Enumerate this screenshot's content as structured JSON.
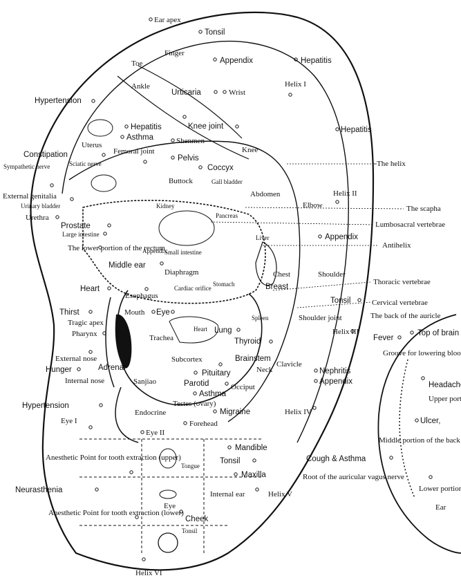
{
  "labels": {
    "ear_apex": "Ear apex",
    "tonsil_top": "Tonsil",
    "finger": "Finger",
    "appendix_top": "Appendix",
    "hepatitis_top": "Hepatitis",
    "toe": "Toe",
    "ankle": "Ankle",
    "helix1": "Helix I",
    "urticaria": "Urticaria",
    "wrist": "Wrist",
    "hypertension_top": "Hypertension",
    "hepatitis_mid": "Hepatitis",
    "hepatitis_right": "Hepatitis",
    "knee_joint": "Knee joint",
    "asthma_top": "Asthma",
    "uterus": "Uterus",
    "shenmen": "Shenmen",
    "constipation": "Constipation",
    "femoral_joint": "Femoral joint",
    "knee": "Knee",
    "sciatic_nerve": "Sciatic nerve",
    "pelvis": "Pelvis",
    "sympathetic_nerve": "Sympathetic nerve",
    "coccyx": "Coccyx",
    "the_helix": "The helix",
    "buttock": "Buttock",
    "gall_bladder": "Gall bladder",
    "helix2": "Helix II",
    "external_genitalia": "External genitalia",
    "abdomen": "Abdomen",
    "urinary_bladder": "Urinary bladder",
    "kidney": "Kidney",
    "elbow": "Elbow",
    "the_scapha": "The scapha",
    "urethra": "Urethra",
    "pancreas": "Pancreas",
    "prostate": "Prostate",
    "lumbosacral": "Lumbosacral vertebrae",
    "large_intestine": "Large intestine",
    "appendix_mid": "Appendix",
    "antihelix": "Antihelix",
    "lower_rectum": "The lower portion of the rectum",
    "appendix_small": "Appendix",
    "small_intestine": "Small intestine",
    "middle_ear": "Middle ear",
    "liver": "Liver",
    "diaphragm": "Diaphragm",
    "shoulder_top": "Shoulder",
    "chest": "Chest",
    "thoracic": "Thoracic vertebrae",
    "heart": "Heart",
    "cardiac_orifice": "Cardiac orifice",
    "stomach": "Stomach",
    "breast": "Breast",
    "esophagus": "Esophagus",
    "tonsil_mid": "Tonsil",
    "cervical": "Cervical vertebrae",
    "thirst": "Thirst",
    "mouth": "Mouth",
    "eye_main": "Eye",
    "spleen": "Spleen",
    "back_auricle": "The back of the auricle",
    "tragic_apex": "Tragic apex",
    "heart_small": "Heart",
    "lung": "Lung",
    "shoulder_joint": "Shoulder joint",
    "pharynx": "Pharynx",
    "trachea": "Trachea",
    "helix3": "Helix III",
    "fever": "Fever",
    "top_brain": "Top of brain",
    "thyroid": "Thyroid",
    "external_nose": "External nose",
    "subcortex": "Subcortex",
    "brainstem": "Brainstem",
    "groove": "Groove for lowering blood pressure",
    "hunger": "Hunger",
    "adrenal": "Adrenal",
    "clavicle": "Clavicle",
    "nephritis": "Nephritis",
    "internal_nose": "Internal nose",
    "neck": "Neck",
    "pituitary": "Pituitary",
    "appendix_low": "Appendix",
    "headache": "Headache",
    "sanjiao": "Sanjiao",
    "parotid": "Parotid",
    "occiput": "Occiput",
    "upper_back": "Upper portion of the back",
    "hypertension_low": "Hypertension",
    "asthma_low": "Asthma",
    "testes": "Testes (ovary)",
    "endocrine": "Endocrine",
    "migraine": "Migraine",
    "helix4": "Helix IV",
    "ulcer": "Ulcer,",
    "eye1": "Eye I",
    "forehead": "Forehead",
    "eye2": "Eye II",
    "mandible": "Mandible",
    "middle_back": "Middle portion of the back",
    "anesthetic_upper": "Anesthetic Point for tooth extraction (upper)",
    "tongue": "Tongue",
    "tonsil_low": "Tonsil",
    "cough_asthma": "Cough & Asthma",
    "maxilla": "Maxilla",
    "root_vagus": "Root of the auricular vagus nerve",
    "neurasthenia": "Neurasthenia",
    "internal_ear": "Internal ear",
    "helix5": "Helix V",
    "lower_back": "Lower portion of the back",
    "eye_lobe": "Eye",
    "anesthetic_lower": "Anesthetic Point for tooth extraction (lower)",
    "cheek": "Cheek",
    "ear_back": "Ear",
    "tonsil_lobe": "Tonsil",
    "helix6": "Helix VI"
  }
}
